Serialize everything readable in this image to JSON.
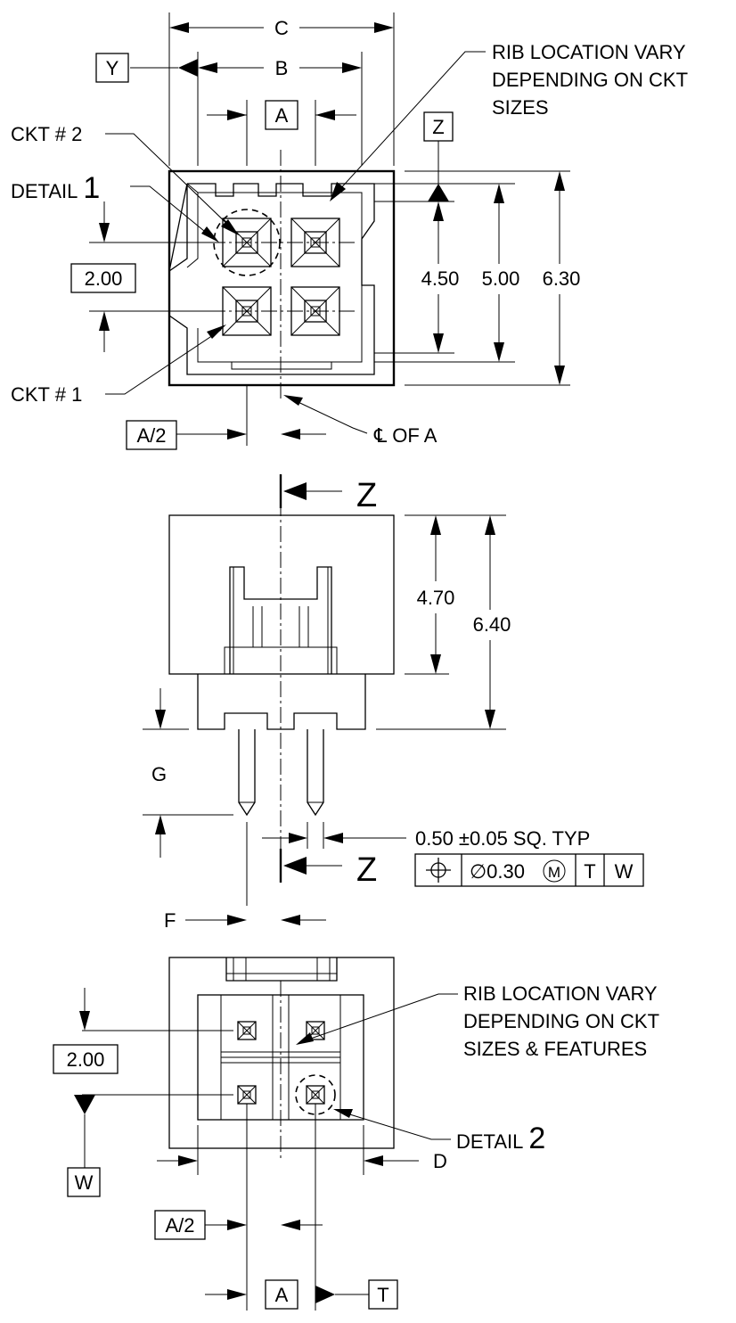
{
  "top_view": {
    "dim_c": "C",
    "dim_b": "B",
    "datum_y": "Y",
    "dim_a": "A",
    "datum_z": "Z",
    "rib_note": [
      "RIB LOCATION VARY",
      "DEPENDING ON CKT",
      "SIZES"
    ],
    "ckt2_label": "CKT # 2",
    "detail1_label": "DETAIL",
    "detail1_num": "1",
    "pitch_box": "2.00",
    "ckt1_label": "CKT # 1",
    "half_a": "A/2",
    "centerline_note": "℄ OF A",
    "dim_450": "4.50",
    "dim_500": "5.00",
    "dim_630": "6.30"
  },
  "side_view": {
    "section_z_top": "Z",
    "section_z_bottom": "Z",
    "dim_470": "4.70",
    "dim_640": "6.40",
    "dim_g": "G",
    "dim_f": "F",
    "pin_note": "0.50 ±0.05 SQ. TYP",
    "fcf": {
      "symbol": "⊕",
      "tolerance": "∅0.30",
      "modifier": "M",
      "datum1": "T",
      "datum2": "W"
    }
  },
  "bottom_view": {
    "rib_note": [
      "RIB LOCATION VARY",
      "DEPENDING ON CKT",
      "SIZES & FEATURES"
    ],
    "pitch_box": "2.00",
    "datum_w": "W",
    "detail2_label": "DETAIL",
    "detail2_num": "2",
    "dim_d": "D",
    "half_a": "A/2",
    "dim_a": "A",
    "datum_t": "T"
  }
}
